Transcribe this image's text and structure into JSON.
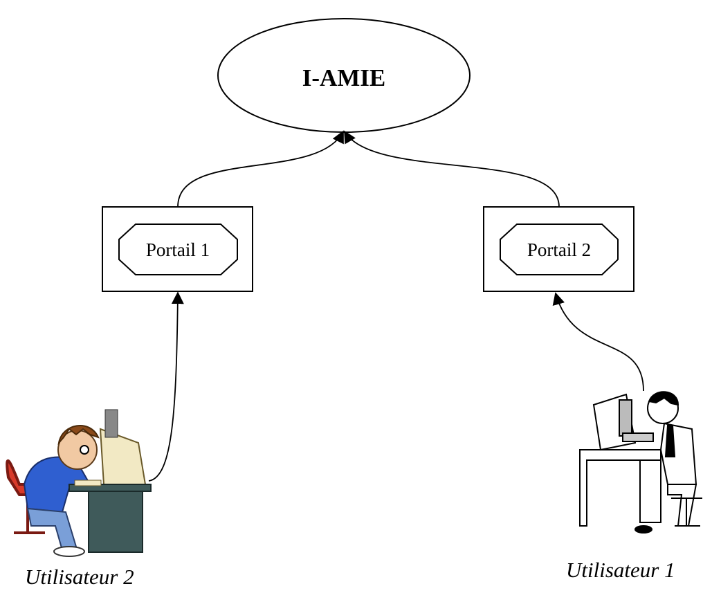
{
  "central_node": {
    "label": "I-AMIE"
  },
  "portals": [
    {
      "label": "Portail 1"
    },
    {
      "label": "Portail 2"
    }
  ],
  "users": [
    {
      "label": "Utilisateur 2",
      "illustration": "stressed-user-at-computer",
      "colors": {
        "shirt": "#2f5fd0",
        "chair": "#d83a2a",
        "desk": "#3f5a5a",
        "monitor": "#f2e9c4"
      }
    },
    {
      "label": "Utilisateur 1",
      "illustration": "user-at-computer-line-art"
    }
  ],
  "connections": [
    {
      "from": "Utilisateur 2",
      "to": "Portail 1",
      "arrow": "end"
    },
    {
      "from": "Utilisateur 1",
      "to": "Portail 2",
      "arrow": "end"
    },
    {
      "from": "Portail 1",
      "to": "I-AMIE",
      "arrow": "end"
    },
    {
      "from": "Portail 2",
      "to": "I-AMIE",
      "arrow": "end"
    }
  ]
}
